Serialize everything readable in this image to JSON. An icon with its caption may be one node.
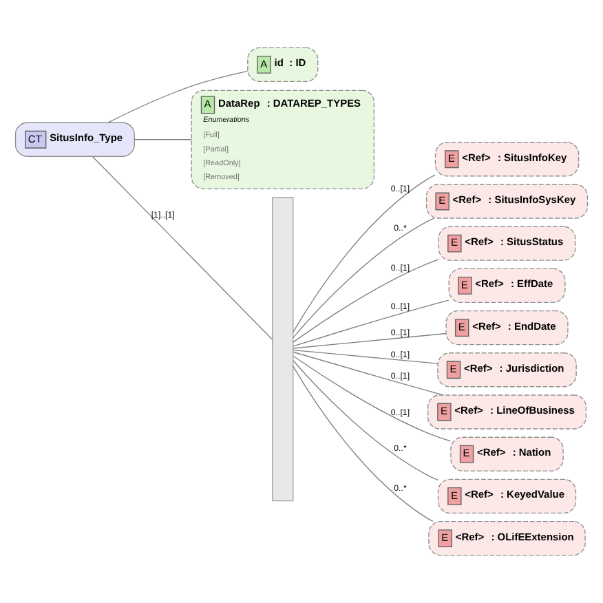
{
  "diagram": {
    "nodes": [
      {
        "text": [
          "CT",
          "SitusInfo_Type"
        ]
      },
      {
        "text": [
          "A",
          "id",
          ": ID"
        ]
      },
      {
        "text": [
          "A",
          "DataRep",
          ": DATAREP_TYPES",
          "Enumerations",
          "[Full]",
          "[Partial]",
          "[ReadOnly]",
          "[Removed]"
        ]
      },
      {
        "text": [],
        "shape": "bar"
      },
      {
        "text": [
          "E",
          "<Ref>",
          ": SitusInfoKey"
        ]
      },
      {
        "text": [
          "E",
          "<Ref>",
          ": SitusInfoSysKey"
        ]
      },
      {
        "text": [
          "E",
          "<Ref>",
          ": SitusStatus"
        ]
      },
      {
        "text": [
          "E",
          "<Ref>",
          ": EffDate"
        ]
      },
      {
        "text": [
          "E",
          "<Ref>",
          ": EndDate"
        ]
      },
      {
        "text": [
          "E",
          "<Ref>",
          ": Jurisdiction"
        ]
      },
      {
        "text": [
          "E",
          "<Ref>",
          ": LineOfBusiness"
        ]
      },
      {
        "text": [
          "E",
          "<Ref>",
          ": Nation"
        ]
      },
      {
        "text": [
          "E",
          "<Ref>",
          ": KeyedValue"
        ]
      },
      {
        "text": [
          "E",
          "<Ref>",
          ": OLifEExtension"
        ]
      }
    ],
    "edges": [
      {
        "from": 0,
        "to": 1,
        "arrow": "none"
      },
      {
        "from": 0,
        "to": 2,
        "arrow": "none"
      },
      {
        "from": 0,
        "to": 3,
        "arrow": "none",
        "label": "[1]..[1]"
      },
      {
        "from": 3,
        "to": 4,
        "arrow": "none",
        "label": "0..[1]"
      },
      {
        "from": 3,
        "to": 5,
        "arrow": "none",
        "label": "0..*"
      },
      {
        "from": 3,
        "to": 6,
        "arrow": "none",
        "label": "0..[1]"
      },
      {
        "from": 3,
        "to": 7,
        "arrow": "none",
        "label": "0..[1]"
      },
      {
        "from": 3,
        "to": 8,
        "arrow": "none",
        "label": "0..[1]"
      },
      {
        "from": 3,
        "to": 9,
        "arrow": "none",
        "label": "0..[1]"
      },
      {
        "from": 3,
        "to": 10,
        "arrow": "none",
        "label": "0..[1]"
      },
      {
        "from": 3,
        "to": 11,
        "arrow": "none",
        "label": "0..[1]"
      },
      {
        "from": 3,
        "to": 12,
        "arrow": "none",
        "label": "0..*"
      },
      {
        "from": 3,
        "to": 13,
        "arrow": "none",
        "label": "0..*"
      }
    ]
  }
}
